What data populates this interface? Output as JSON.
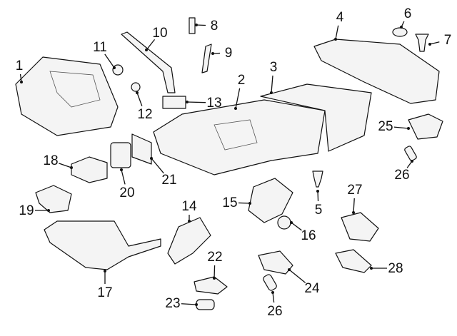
{
  "diagram": {
    "callouts": [
      "1",
      "2",
      "3",
      "4",
      "5",
      "6",
      "7",
      "8",
      "9",
      "10",
      "11",
      "12",
      "13",
      "14",
      "15",
      "16",
      "17",
      "18",
      "19",
      "20",
      "21",
      "22",
      "23",
      "24",
      "25",
      "26",
      "27",
      "28",
      "26"
    ],
    "line_color": "#111111",
    "fill_color": "#f4f4f4"
  }
}
